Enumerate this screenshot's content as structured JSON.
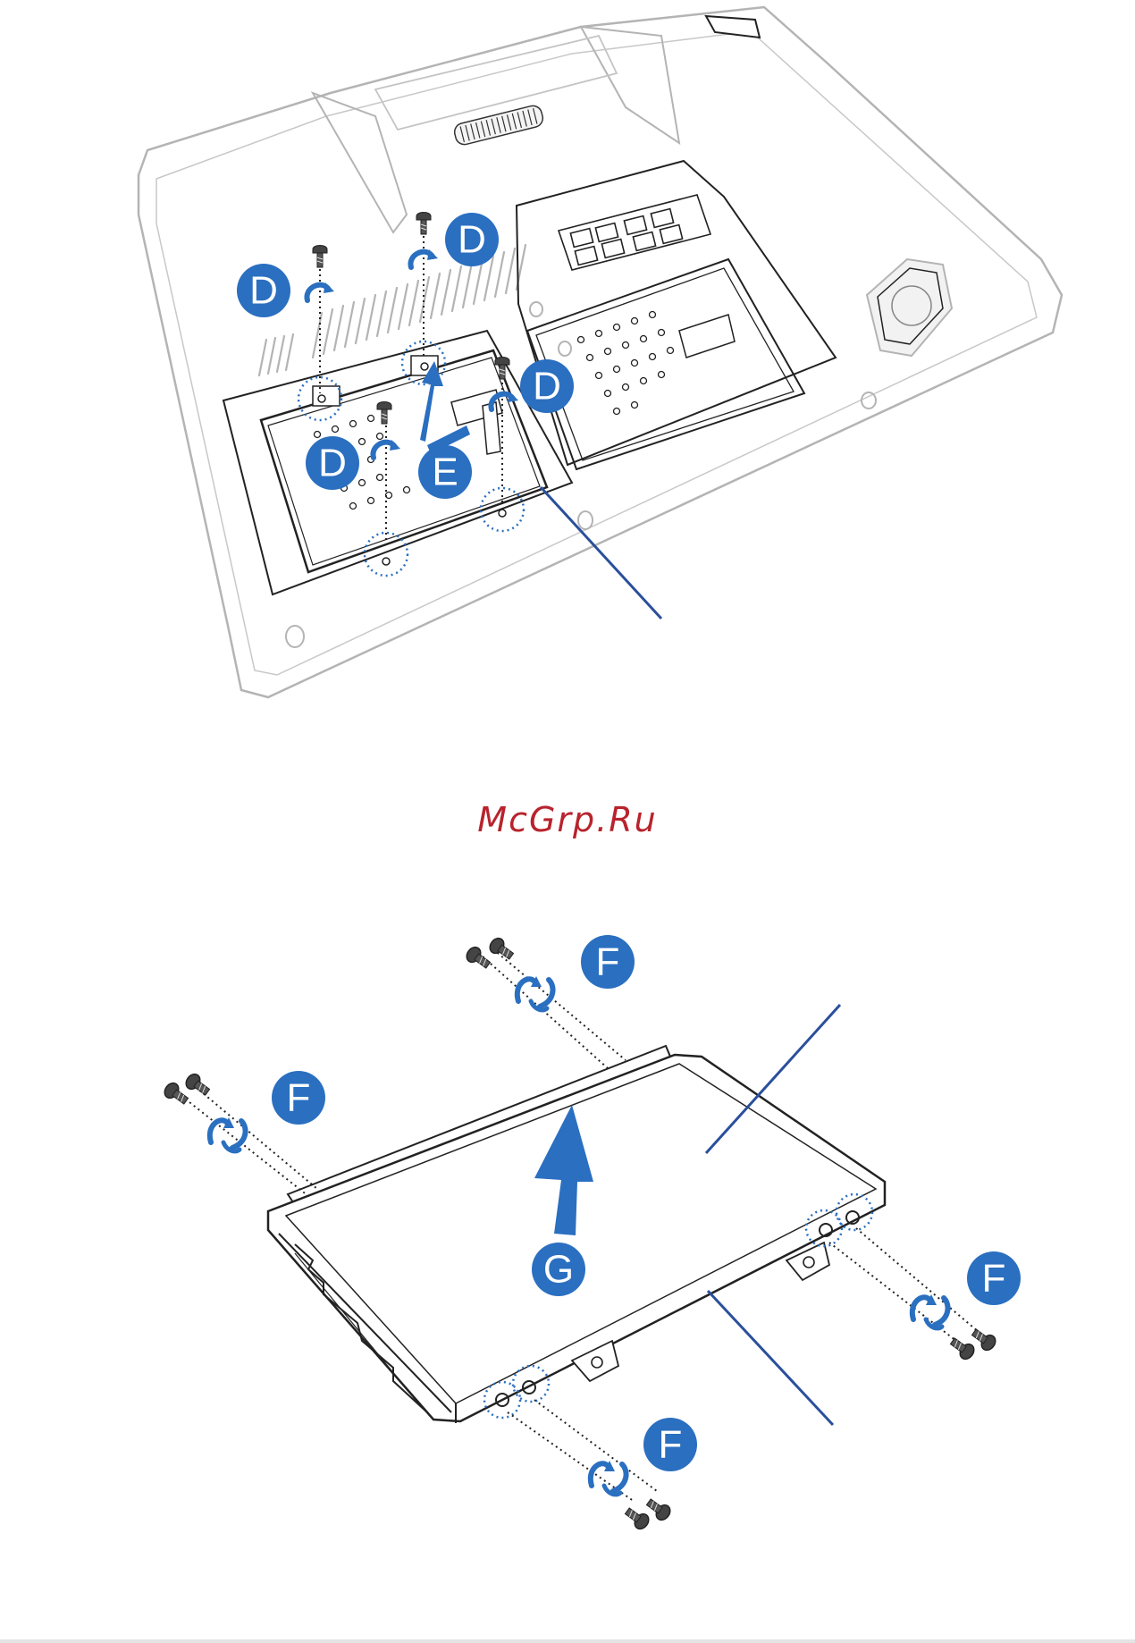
{
  "figure": {
    "accent_color": "#2a6fc0",
    "outline_color": "#b4b4b4",
    "ink_color": "#222222"
  },
  "watermark": {
    "text": "McGrp.Ru",
    "color": "#b8232c"
  },
  "callouts": {
    "step_d": "D",
    "step_e": "E",
    "step_f": "F",
    "step_g": "G"
  }
}
